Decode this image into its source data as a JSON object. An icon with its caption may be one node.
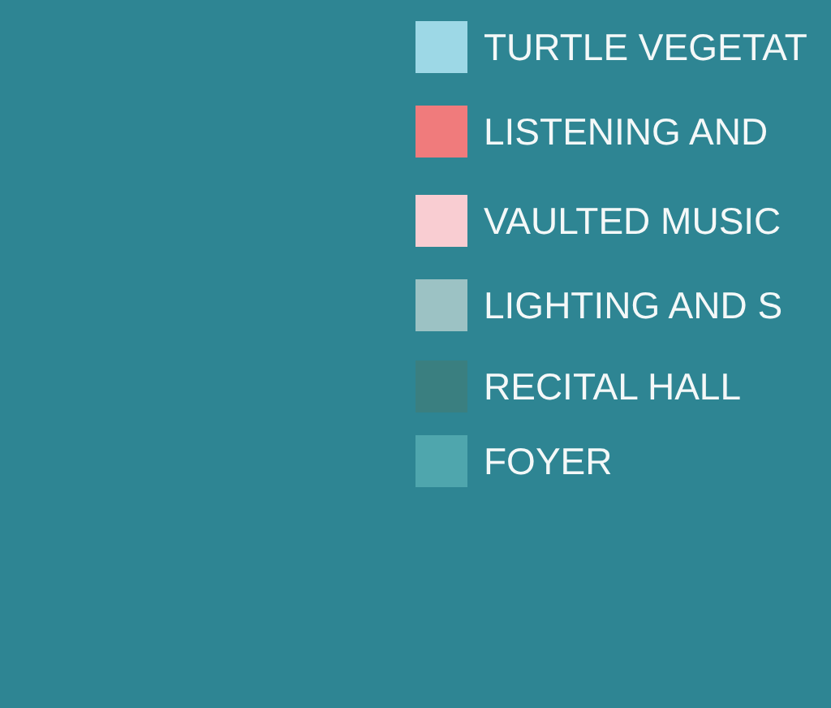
{
  "diagram": {
    "legend": [
      {
        "text": "TURTLE VEGETAT",
        "color": "#9dd8e6"
      },
      {
        "text": "LISTENING AND",
        "color": "#f07b7c"
      },
      {
        "text": "VAULTED MUSIC",
        "color": "#f9cdd2"
      },
      {
        "text": "LIGHTING AND S",
        "color": "#9cc2c4"
      },
      {
        "text": "RECITAL HALL",
        "color": "#3a7f80"
      },
      {
        "text": "FOYER",
        "color": "#4fa6ad"
      }
    ]
  }
}
